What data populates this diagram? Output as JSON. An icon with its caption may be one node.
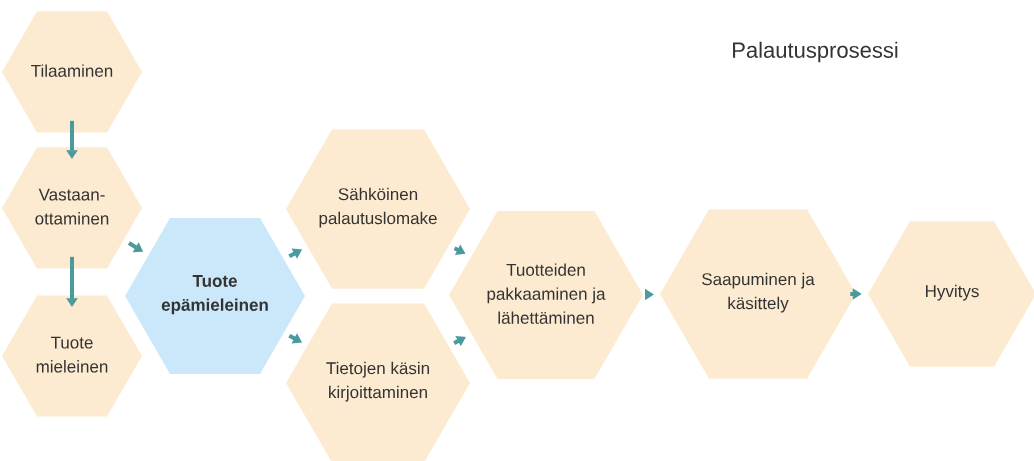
{
  "diagram": {
    "title": "Palautusprosessi",
    "nodes": [
      {
        "text": [
          "Tilaaminen"
        ]
      },
      {
        "text": [
          "Vastaan- ottaminen"
        ]
      },
      {
        "text": [
          "Tuote mieleinen"
        ]
      },
      {
        "text": [
          "Tuote epämieleinen"
        ]
      },
      {
        "text": [
          "Sähköinen palautuslomake"
        ]
      },
      {
        "text": [
          "Tietojen käsin kirjoittaminen"
        ]
      },
      {
        "text": [
          "Tuotteiden pakkaaminen ja lähettäminen"
        ]
      },
      {
        "text": [
          "Saapuminen ja käsittely"
        ]
      },
      {
        "text": [
          "Hyvitys"
        ]
      }
    ],
    "edges": [
      {
        "from": 0,
        "to": 1,
        "arrow": "to"
      },
      {
        "from": 1,
        "to": 2,
        "arrow": "to"
      },
      {
        "from": 1,
        "to": 3,
        "arrow": "to"
      },
      {
        "from": 3,
        "to": 4,
        "arrow": "to"
      },
      {
        "from": 3,
        "to": 5,
        "arrow": "to"
      },
      {
        "from": 4,
        "to": 6,
        "arrow": "to"
      },
      {
        "from": 5,
        "to": 6,
        "arrow": "to"
      },
      {
        "from": 6,
        "to": 7,
        "arrow": "to"
      },
      {
        "from": 7,
        "to": 8,
        "arrow": "to"
      }
    ]
  }
}
